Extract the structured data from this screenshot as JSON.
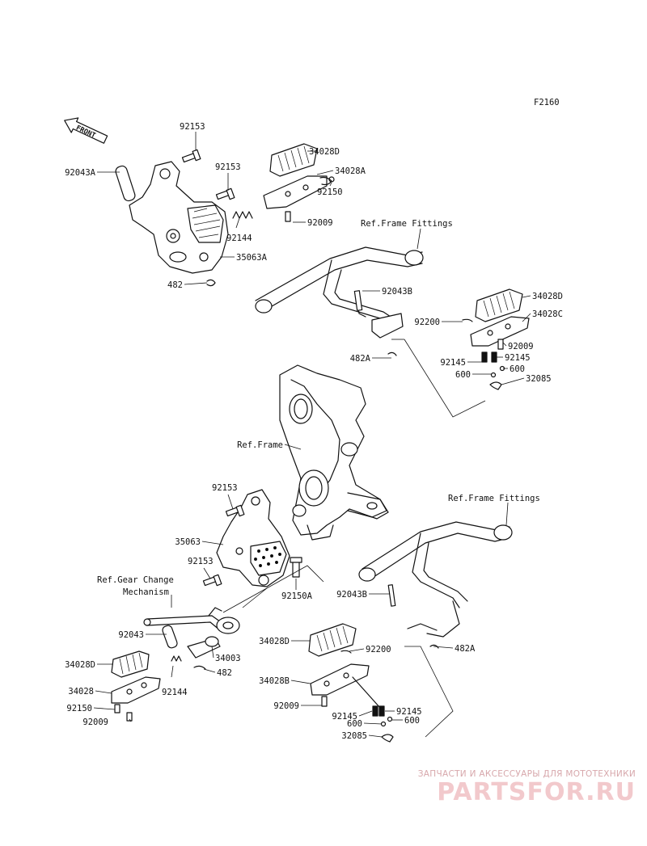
{
  "figure_code": "F2160",
  "front_label": "FRONT",
  "labels": {
    "l_92153_a": "92153",
    "l_92043a": "92043A",
    "l_92153_b": "92153",
    "l_34028d_a": "34028D",
    "l_34028a": "34028A",
    "l_92150_a": "92150",
    "l_92009_a": "92009",
    "l_92144_a": "92144",
    "l_35063a": "35063A",
    "l_482_a": "482",
    "l_ref_ff_a": "Ref.Frame Fittings",
    "l_92043b_a": "92043B",
    "l_34028d_b": "34028D",
    "l_34028c": "34028C",
    "l_92200_a": "92200",
    "l_92009_b": "92009",
    "l_92145_a": "92145",
    "l_92145_b": "92145",
    "l_600_a": "600",
    "l_600_b": "600",
    "l_32085_a": "32085",
    "l_482a_a": "482A",
    "l_ref_frame": "Ref.Frame",
    "l_92153_c": "92153",
    "l_ref_ff_b": "Ref.Frame Fittings",
    "l_35063": "35063",
    "l_92153_d": "92153",
    "l_92150a": "92150A",
    "l_ref_gear_1": "Ref.Gear Change",
    "l_ref_gear_2": "Mechanism",
    "l_92043b_b": "92043B",
    "l_482a_b": "482A",
    "l_92043": "92043",
    "l_34003": "34003",
    "l_34028d_c": "34028D",
    "l_92200_b": "92200",
    "l_482_b": "482",
    "l_34028d_d": "34028D",
    "l_92144_b": "92144",
    "l_34028b": "34028B",
    "l_34028": "34028",
    "l_92009_c": "92009",
    "l_92145_c": "92145",
    "l_92145_d": "92145",
    "l_600_c": "600",
    "l_600_d": "600",
    "l_92150_b": "92150",
    "l_92009_d": "92009",
    "l_32085_b": "32085"
  },
  "watermark": {
    "tagline": "ЗАПЧАСТИ И АКСЕССУАРЫ ДЛЯ МОТОТЕХНИКИ",
    "brand": "PARTSFOR.RU"
  },
  "colors": {
    "ink": "#111111",
    "watermark_light": "#f2c9cc",
    "watermark_text": "#d7a7ab"
  }
}
